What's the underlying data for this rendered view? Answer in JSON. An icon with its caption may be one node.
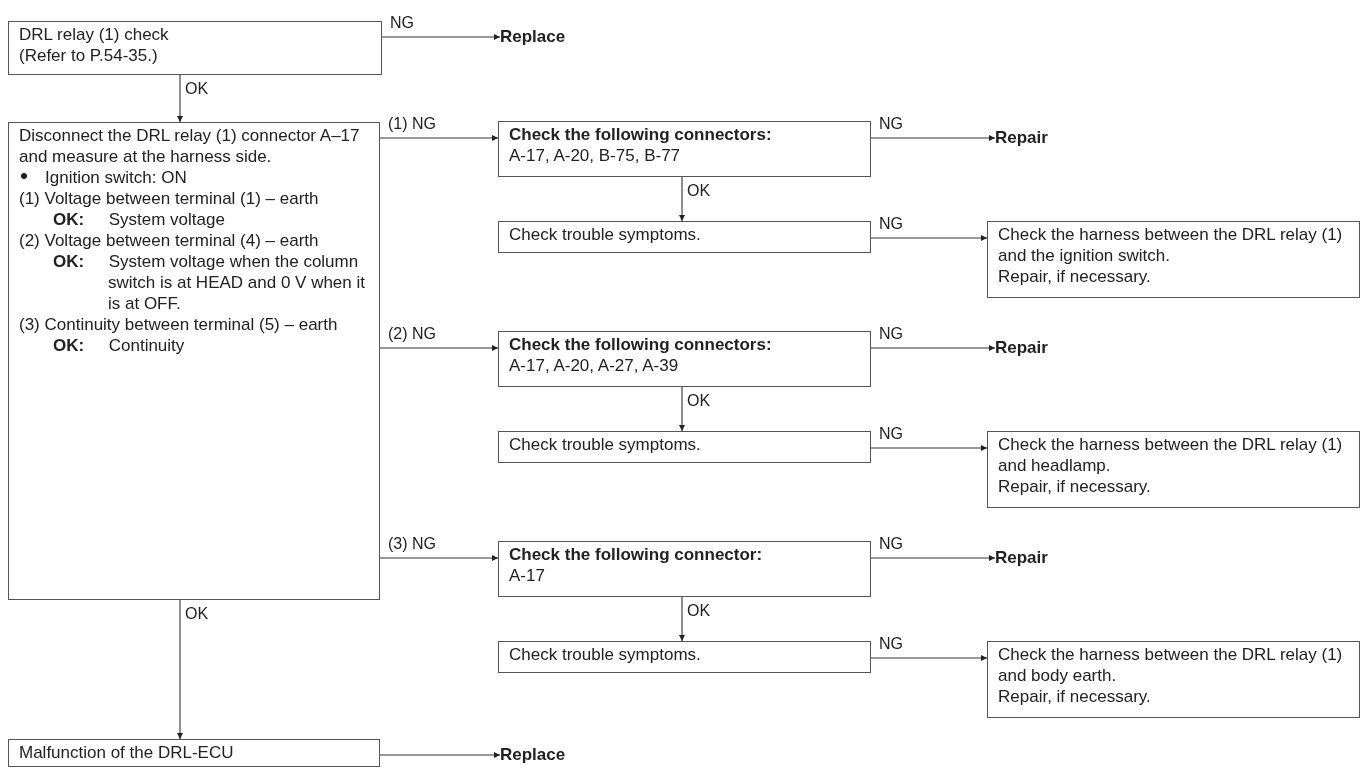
{
  "diagram": {
    "nodes": [
      {
        "text": [
          "DRL relay (1) check",
          "(Refer to P.54-35.)"
        ]
      },
      {
        "text": [
          "Replace"
        ]
      },
      {
        "text": [
          "Disconnect the DRL relay (1) connector A–17 and measure at the harness side.",
          "Ignition switch: ON",
          "(1) Voltage between terminal (1) – earth",
          "**OK:** System voltage",
          "(2) Voltage between terminal (4) – earth",
          "**OK:** System voltage when the column switch is at HEAD and 0 V when it is at OFF.",
          "(3) Continuity between terminal (5) – earth",
          "**OK:** Continuity"
        ]
      },
      {
        "text": [
          "Check the following connectors:",
          "A-17, A-20, B-75, B-77"
        ]
      },
      {
        "text": [
          "Repair"
        ]
      },
      {
        "text": [
          "Check trouble symptoms."
        ]
      },
      {
        "text": [
          "Check the harness between the DRL relay (1) and the ignition switch.",
          "Repair, if necessary."
        ]
      },
      {
        "text": [
          "Check the following connectors:",
          "A-17, A-20, A-27, A-39"
        ]
      },
      {
        "text": [
          "Repair"
        ]
      },
      {
        "text": [
          "Check trouble symptoms."
        ]
      },
      {
        "text": [
          "Check the harness between the DRL relay (1) and headlamp.",
          "Repair, if necessary."
        ]
      },
      {
        "text": [
          "Check the following connector:",
          "A-17"
        ]
      },
      {
        "text": [
          "Repair"
        ]
      },
      {
        "text": [
          "Check trouble symptoms."
        ]
      },
      {
        "text": [
          "Check the harness between the DRL relay (1) and body earth.",
          "Repair, if necessary."
        ]
      },
      {
        "text": [
          "Malfunction of the DRL-ECU"
        ]
      },
      {
        "text": [
          "Replace"
        ]
      }
    ],
    "edges": [
      {
        "from": 0,
        "to": 1,
        "arrow": "to",
        "label": "NG"
      },
      {
        "from": 0,
        "to": 2,
        "arrow": "to",
        "label": "OK"
      },
      {
        "from": 2,
        "to": 3,
        "arrow": "to",
        "label": "(1) NG"
      },
      {
        "from": 3,
        "to": 4,
        "arrow": "to",
        "label": "NG"
      },
      {
        "from": 3,
        "to": 5,
        "arrow": "to",
        "label": "OK"
      },
      {
        "from": 5,
        "to": 6,
        "arrow": "to",
        "label": "NG"
      },
      {
        "from": 2,
        "to": 7,
        "arrow": "to",
        "label": "(2) NG"
      },
      {
        "from": 7,
        "to": 8,
        "arrow": "to",
        "label": "NG"
      },
      {
        "from": 7,
        "to": 9,
        "arrow": "to",
        "label": "OK"
      },
      {
        "from": 9,
        "to": 10,
        "arrow": "to",
        "label": "NG"
      },
      {
        "from": 2,
        "to": 11,
        "arrow": "to",
        "label": "(3) NG"
      },
      {
        "from": 11,
        "to": 12,
        "arrow": "to",
        "label": "NG"
      },
      {
        "from": 11,
        "to": 13,
        "arrow": "to",
        "label": "OK"
      },
      {
        "from": 13,
        "to": 14,
        "arrow": "to",
        "label": "NG"
      },
      {
        "from": 2,
        "to": 15,
        "arrow": "to",
        "label": "OK"
      },
      {
        "from": 15,
        "to": 16,
        "arrow": "to"
      }
    ]
  }
}
